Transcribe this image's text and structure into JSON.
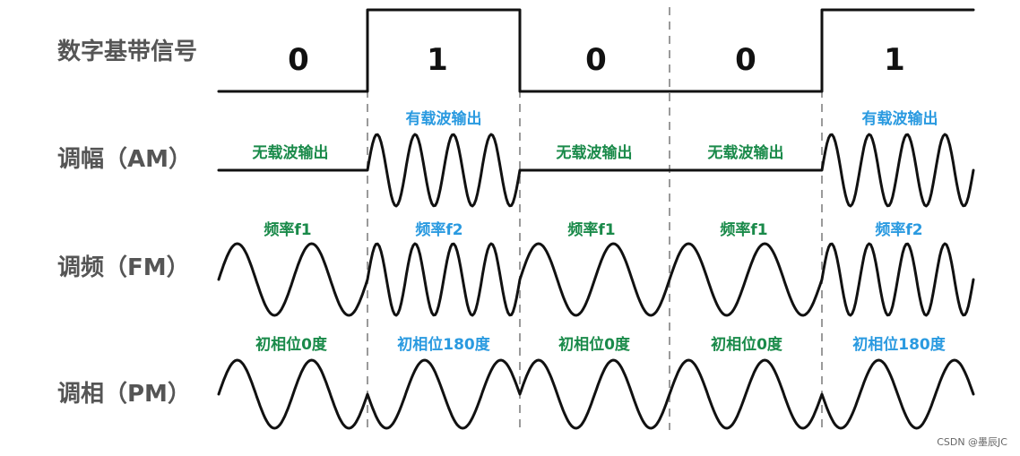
{
  "rows": {
    "digital": "数字基带信号",
    "am": "调幅（AM）",
    "fm": "调频（FM）",
    "pm": "调相（PM）"
  },
  "bits": [
    "0",
    "1",
    "0",
    "0",
    "1"
  ],
  "annotations": {
    "am": [
      "无载波输出",
      "有载波输出",
      "无载波输出",
      "无载波输出",
      "有载波输出"
    ],
    "fm": [
      "频率f1",
      "频率f2",
      "频率f1",
      "频率f1",
      "频率f2"
    ],
    "pm": [
      "初相位0度",
      "初相位180度",
      "初相位0度",
      "初相位0度",
      "初相位180度"
    ]
  },
  "colors": {
    "zero_annotation": "#1a8a4a",
    "one_annotation": "#2a9ae0",
    "wave": "#111111",
    "divider": "#9a9a9a",
    "row_label": "#555555"
  },
  "watermark": "CSDN @墨辰JC"
}
